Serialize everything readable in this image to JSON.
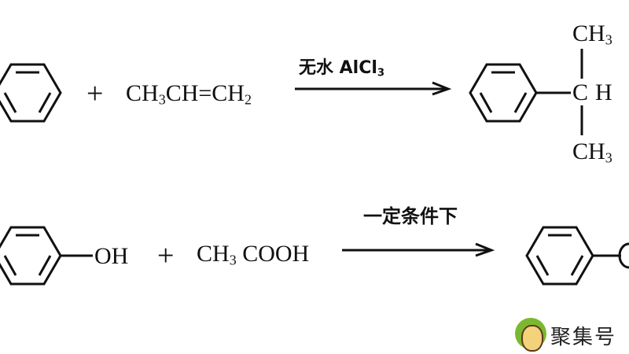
{
  "reaction1": {
    "plus": "+",
    "reactant2": "CH",
    "reactant2_sub": "3",
    "reactant2_rest": "CH=CH",
    "reactant2_sub2": "2",
    "condition": "无水 AlCl",
    "condition_sub": "3",
    "product_top": "CH",
    "product_top_sub": "3",
    "product_c": "C",
    "product_h": "H",
    "product_bottom": "CH",
    "product_bottom_sub": "3"
  },
  "reaction2": {
    "oh": "OH",
    "plus": "+",
    "reactant2": "CH",
    "reactant2_sub": "3",
    "reactant2_rest": " COOH",
    "condition": "一定条件下"
  },
  "watermark": {
    "text": "聚集号"
  }
}
